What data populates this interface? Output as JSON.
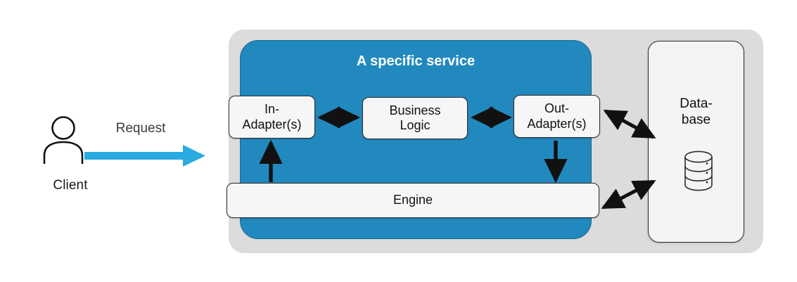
{
  "diagram": {
    "title_visible": false,
    "colors": {
      "service_blue": "#2289bf",
      "container_grey": "#dcdcdc",
      "node_fill": "#f6f6f6",
      "arrow_black": "#111111",
      "request_blue": "#29abe2",
      "text_dark": "#111111",
      "title_white": "#ffffff"
    }
  },
  "client": {
    "label": "Client",
    "icon": "person-icon"
  },
  "request": {
    "label": "Request",
    "icon": "right-arrow-icon"
  },
  "service": {
    "title": "A specific service",
    "nodes": [
      {
        "id": "in-adapter",
        "label": "In-\nAdapter(s)",
        "line1": "In-",
        "line2": "Adapter(s)"
      },
      {
        "id": "business",
        "label": "Business\nLogic",
        "line1": "Business",
        "line2": "Logic"
      },
      {
        "id": "out-adapter",
        "label": "Out-\nAdapter(s)",
        "line1": "Out-",
        "line2": "Adapter(s)"
      },
      {
        "id": "engine",
        "label": "Engine",
        "line1": "Engine",
        "line2": ""
      }
    ]
  },
  "database": {
    "line1": "Data-",
    "line2": "base",
    "icon": "database-cylinder-icon"
  },
  "connections": [
    {
      "from": "in-adapter",
      "to": "business",
      "type": "bidirectional",
      "orientation": "horizontal"
    },
    {
      "from": "business",
      "to": "out-adapter",
      "type": "bidirectional",
      "orientation": "horizontal"
    },
    {
      "from": "engine",
      "to": "in-adapter",
      "type": "unidirectional",
      "orientation": "vertical-up"
    },
    {
      "from": "out-adapter",
      "to": "engine",
      "type": "unidirectional",
      "orientation": "vertical-down"
    },
    {
      "from": "out-adapter",
      "to": "database",
      "type": "bidirectional",
      "orientation": "diagonal"
    },
    {
      "from": "engine",
      "to": "database",
      "type": "bidirectional",
      "orientation": "diagonal"
    },
    {
      "from": "client",
      "to": "service",
      "type": "unidirectional",
      "orientation": "horizontal",
      "label": "Request"
    }
  ]
}
